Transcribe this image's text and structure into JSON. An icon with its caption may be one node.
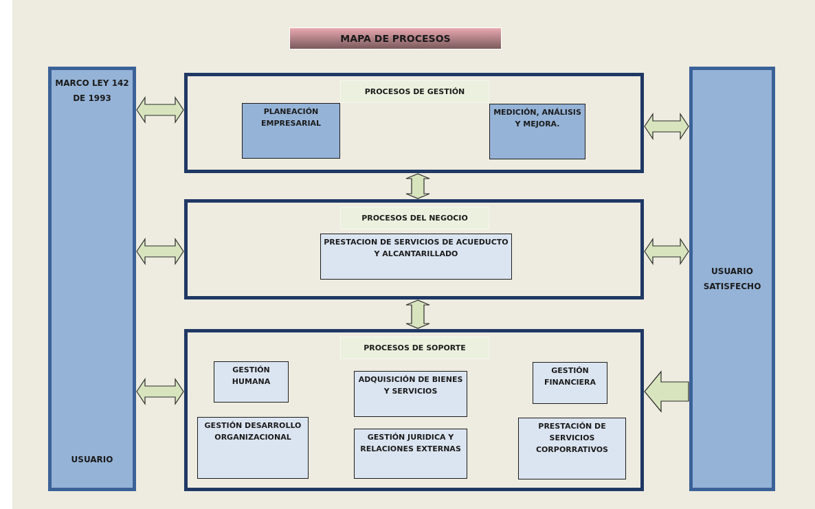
{
  "diagram": {
    "title": "MAPA DE PROCESOS",
    "nodes": [
      {
        "text": [
          "MARCO LEY 142 DE 1993",
          "USUARIO"
        ]
      },
      {
        "text": [
          "PROCESOS DE GESTIÓN"
        ]
      },
      {
        "text": [
          "PLANEACIÓN EMPRESARIAL"
        ],
        "in": 1
      },
      {
        "text": [
          "MEDICIÓN, ANÁLISIS Y MEJORA."
        ],
        "in": 1
      },
      {
        "text": [
          "PROCESOS DEL NEGOCIO"
        ]
      },
      {
        "text": [
          "PRESTACION DE SERVICIOS DE ACUEDUCTO Y ALCANTARILLADO"
        ],
        "in": 4
      },
      {
        "text": [
          "PROCESOS DE SOPORTE"
        ]
      },
      {
        "text": [
          "GESTIÓN HUMANA"
        ],
        "in": 6
      },
      {
        "text": [
          "ADQUISICIÓN DE BIENES Y SERVICIOS"
        ],
        "in": 6
      },
      {
        "text": [
          "GESTIÓN FINANCIERA"
        ],
        "in": 6
      },
      {
        "text": [
          "GESTIÓN DESARROLLO ORGANIZACIONAL"
        ],
        "in": 6
      },
      {
        "text": [
          "GESTIÓN JURIDICA Y RELACIONES EXTERNAS"
        ],
        "in": 6
      },
      {
        "text": [
          "PRESTACIÓN DE SERVICIOS CORPORRATIVOS"
        ],
        "in": 6
      },
      {
        "text": [
          "USUARIO SATISFECHO"
        ]
      }
    ],
    "edges": [
      {
        "from": 0,
        "to": 1,
        "arrow": "both"
      },
      {
        "from": 0,
        "to": 4,
        "arrow": "both"
      },
      {
        "from": 0,
        "to": 6,
        "arrow": "both"
      },
      {
        "from": 1,
        "to": 13,
        "arrow": "both"
      },
      {
        "from": 4,
        "to": 13,
        "arrow": "both"
      },
      {
        "from": 13,
        "to": 6,
        "arrow": "to"
      },
      {
        "from": 1,
        "to": 4,
        "arrow": "both"
      },
      {
        "from": 4,
        "to": 6,
        "arrow": "both"
      }
    ]
  }
}
